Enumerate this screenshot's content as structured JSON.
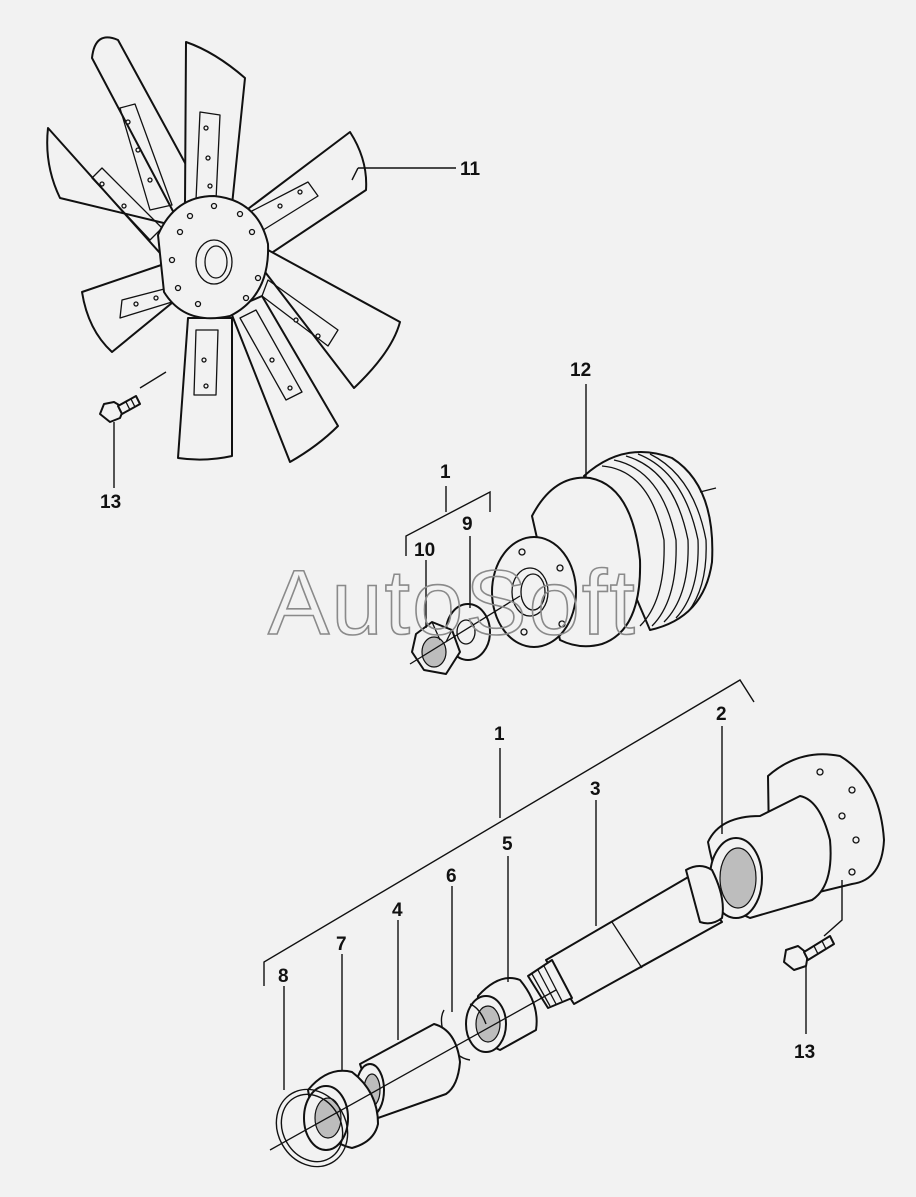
{
  "watermark": "AutoSoft",
  "callouts": {
    "p1_upper": "1",
    "p1_lower": "1",
    "p2": "2",
    "p3": "3",
    "p4": "4",
    "p5": "5",
    "p6": "6",
    "p7": "7",
    "p8": "8",
    "p9": "9",
    "p10": "10",
    "p11": "11",
    "p12": "12",
    "p13_upper": "13",
    "p13_lower": "13"
  }
}
